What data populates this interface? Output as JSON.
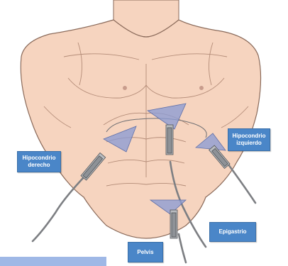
{
  "figure": {
    "labels": {
      "right_hypochondrium": "Hipocondrio\nderecho",
      "left_hypochondrium": "Hipocondrio\nizquierdo",
      "epigastrium": "Epigastrio",
      "pelvis": "Pelvis"
    },
    "colors": {
      "label_fill": "#4a86c8",
      "skin": "#f6d4bf",
      "probe_triangle": "#8c9bd4",
      "crop_bar": "#9fb8e6"
    }
  }
}
